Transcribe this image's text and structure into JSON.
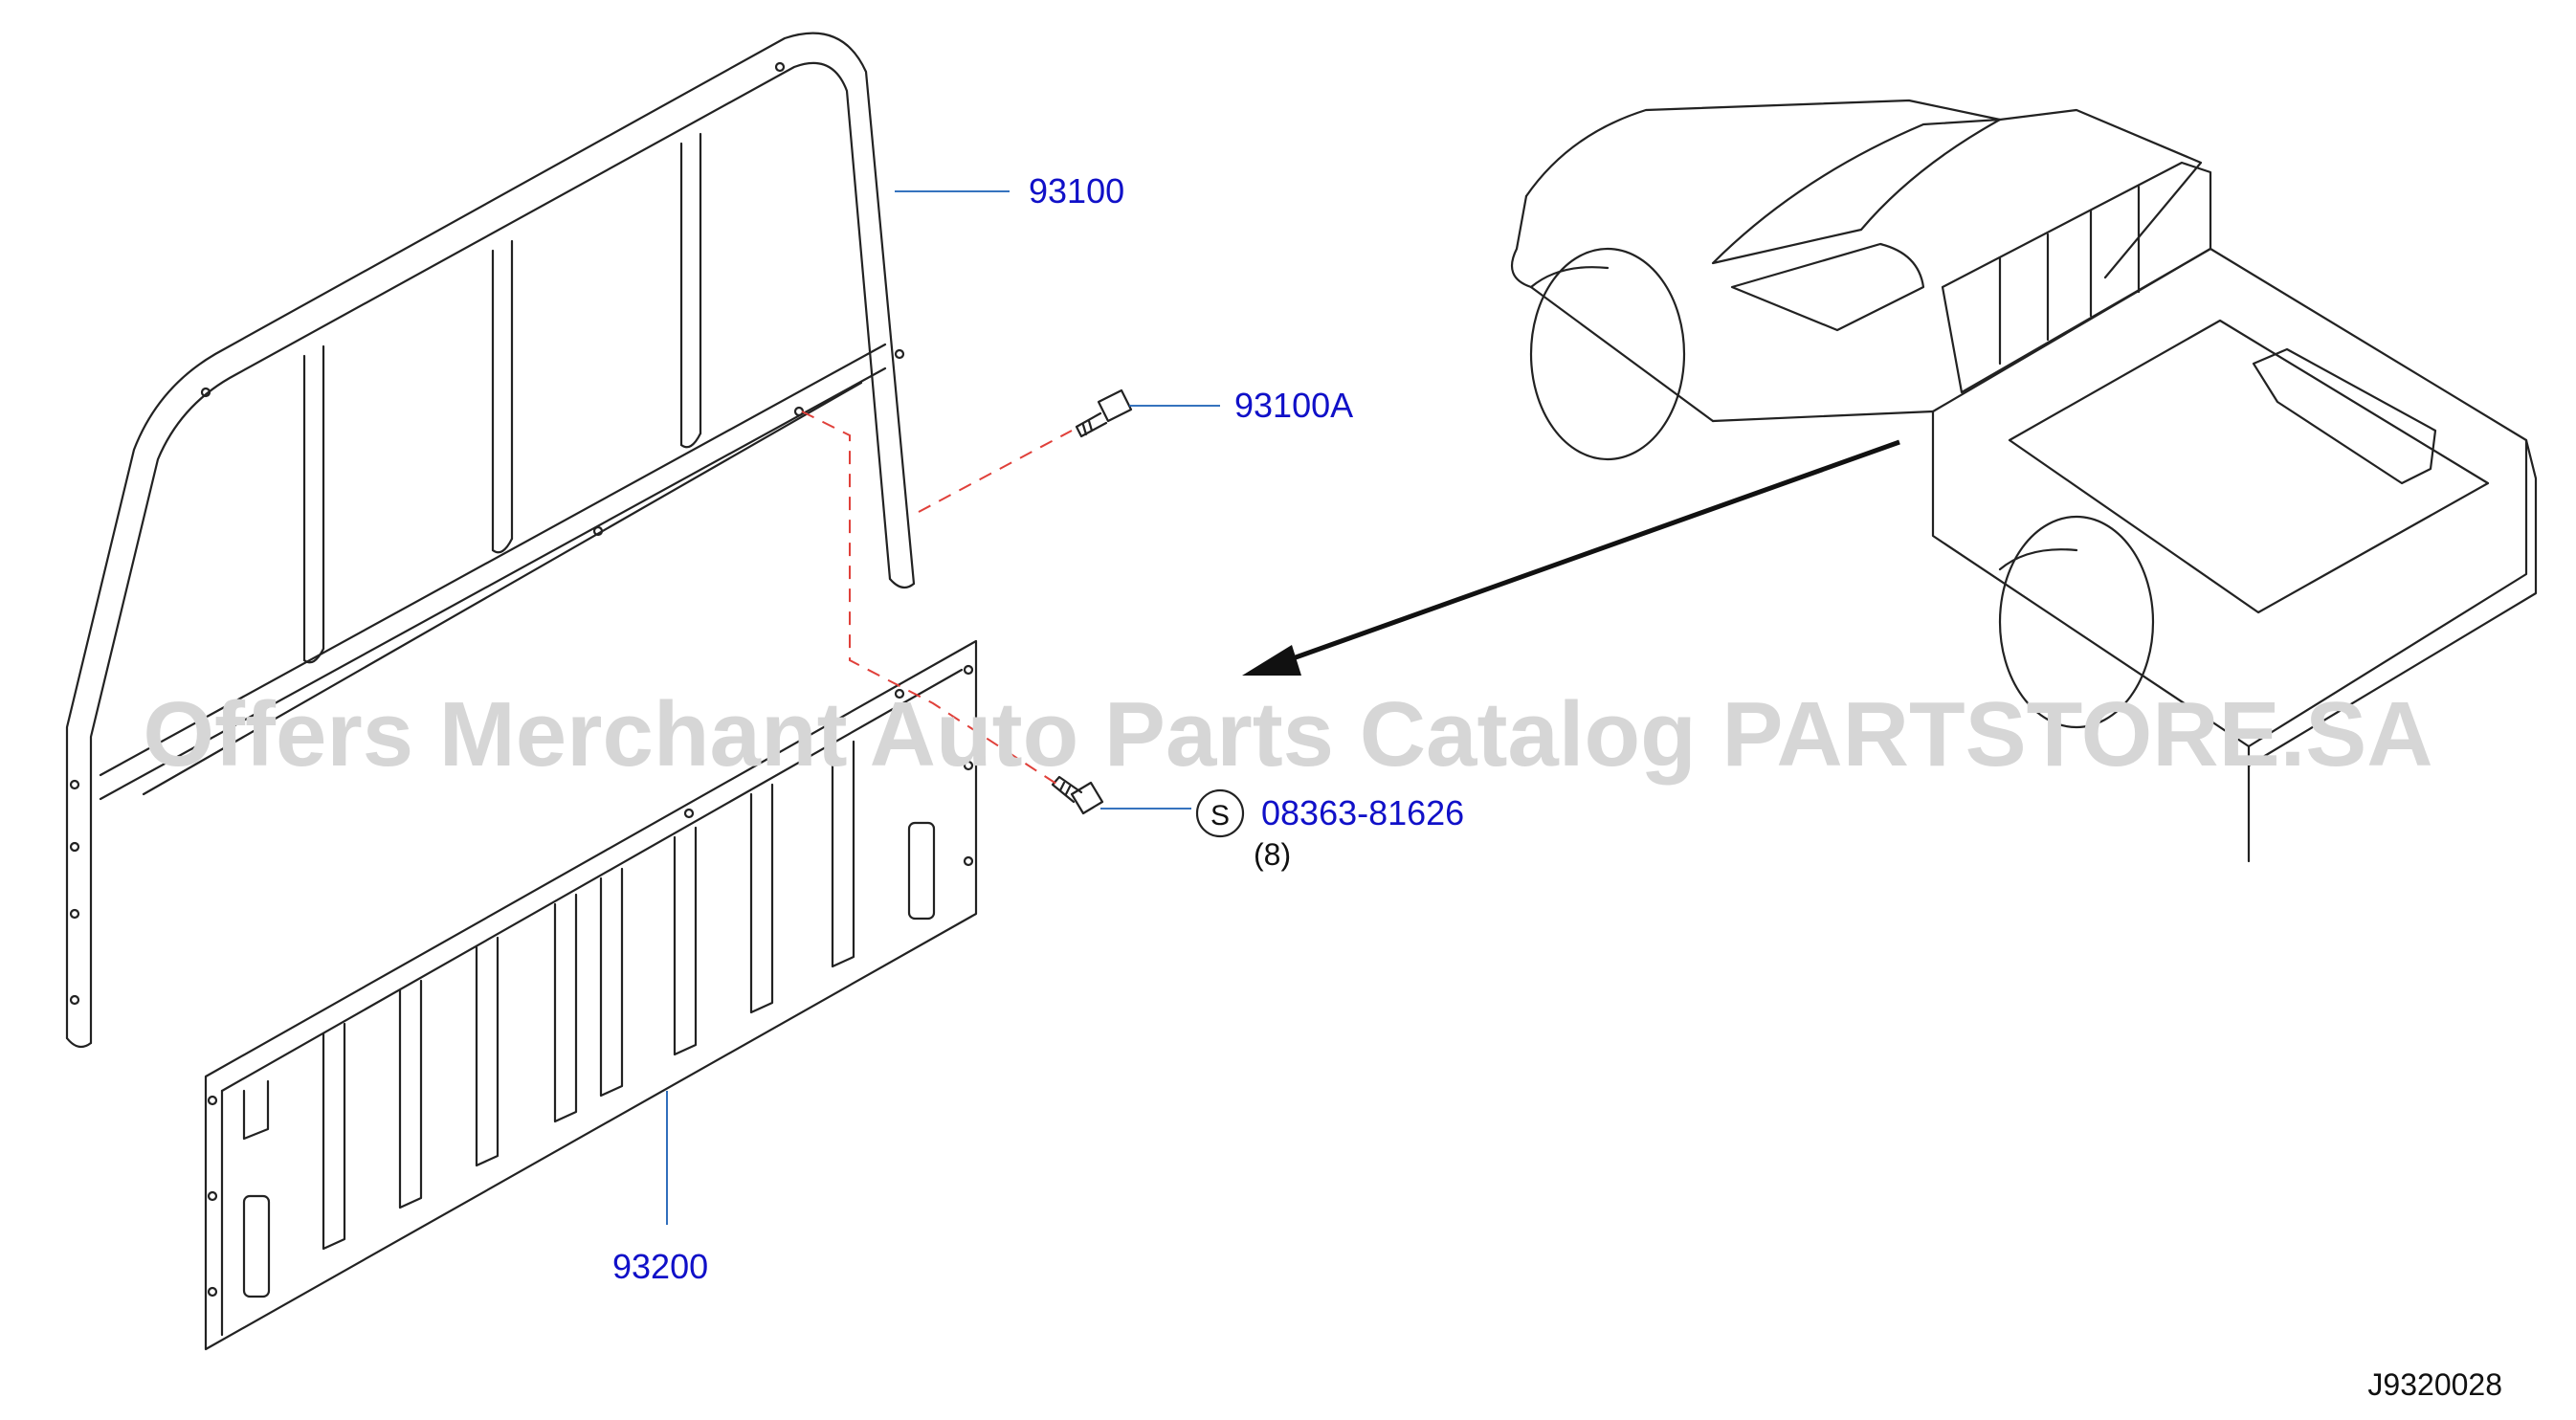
{
  "diagram": {
    "callouts": [
      {
        "id": "frame",
        "label": "93100"
      },
      {
        "id": "bolt-a",
        "label": "93100A"
      },
      {
        "id": "bolt-s",
        "label": "08363-81626",
        "symbol": "S",
        "quantity": "(8)"
      },
      {
        "id": "panel",
        "label": "93200"
      }
    ],
    "diagram_code": "J9320028",
    "watermark": "Offers Merchant Auto Parts Catalog PARTSTORE.SA",
    "colors": {
      "callout_text": "#1010c8",
      "leader_line": "#1a5fb4",
      "dashed_guide": "#e0403a",
      "drawing_line": "#222222",
      "watermark": "#d6d6d6"
    }
  }
}
